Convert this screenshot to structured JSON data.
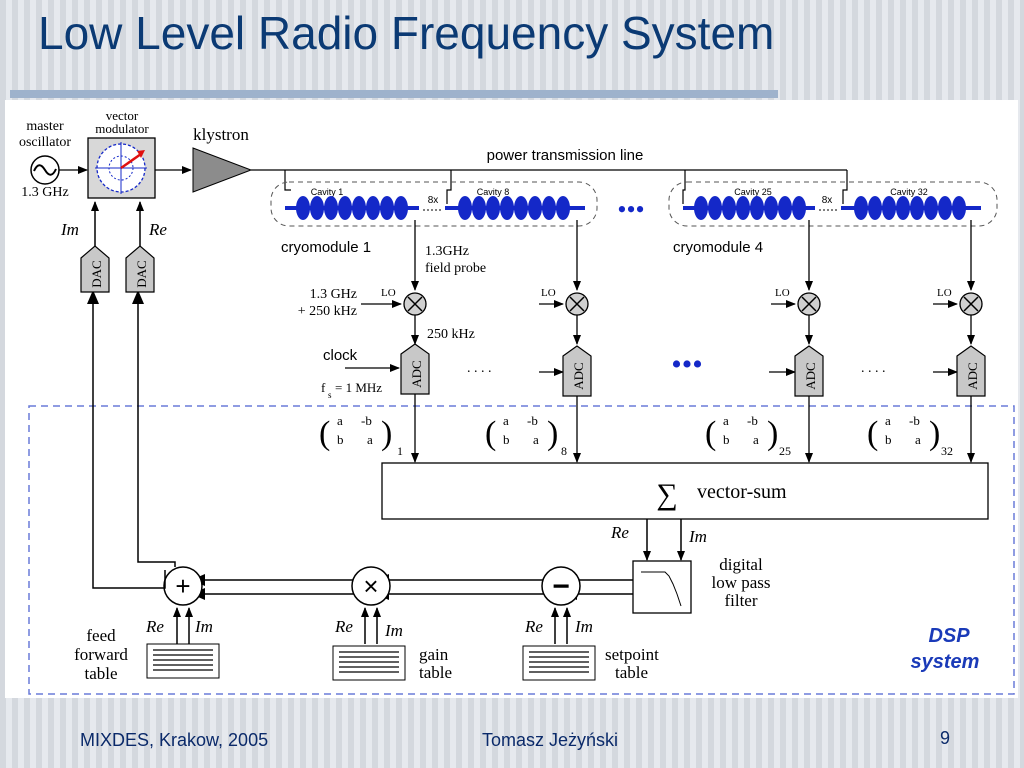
{
  "slide": {
    "title": "Low Level Radio Frequency System",
    "footer_left": "MIXDES, Krakow, 2005",
    "footer_center": "Tomasz Jeżyński",
    "page_number": "9"
  },
  "diagram": {
    "master_oscillator": [
      "master",
      "oscillator"
    ],
    "oscillator_freq": "1.3 GHz",
    "vector_modulator": [
      "vector",
      "modulator"
    ],
    "klystron": "klystron",
    "power_line": "power transmission line",
    "cavities": [
      "Cavity 1",
      "Cavity 8",
      "Cavity 25",
      "Cavity 32"
    ],
    "cavity_multiplier": "8x",
    "cryomodules": [
      "cryomodule 1",
      "cryomodule 4"
    ],
    "field_probe": [
      "1.3GHz",
      "field probe"
    ],
    "lo_freq": [
      "1.3 GHz",
      "+ 250 kHz"
    ],
    "lo_label": "LO",
    "if_freq": "250 kHz",
    "clock": "clock",
    "sampling": "f",
    "sampling_sub": "s",
    "sampling_val": "= 1 MHz",
    "adc": "ADC",
    "dac": "DAC",
    "im": "Im",
    "re": "Re",
    "dots": ". . . .",
    "ellipsis": "•••",
    "matrix": {
      "a": "a",
      "minus_b": "-b",
      "b": "b"
    },
    "matrix_indices": [
      "1",
      "8",
      "25",
      "32"
    ],
    "sigma": "∑",
    "vector_sum": "vector-sum",
    "filter": [
      "digital",
      "low pass",
      "filter"
    ],
    "plus": "+",
    "times": "×",
    "minus": "−",
    "feed_forward_table": [
      "feed",
      "forward",
      "table"
    ],
    "gain_table": [
      "gain",
      "table"
    ],
    "setpoint_table": [
      "setpoint",
      "table"
    ],
    "dsp_system": [
      "DSP",
      "system"
    ]
  },
  "colors": {
    "title": "#0b3a74",
    "accent_blue": "#1428c8",
    "dsp_label": "#1a3ab8",
    "block_gray": "#c8c8c8",
    "klystron_gray": "#8c8c8c",
    "dashed_border": "#6a7bd8"
  }
}
